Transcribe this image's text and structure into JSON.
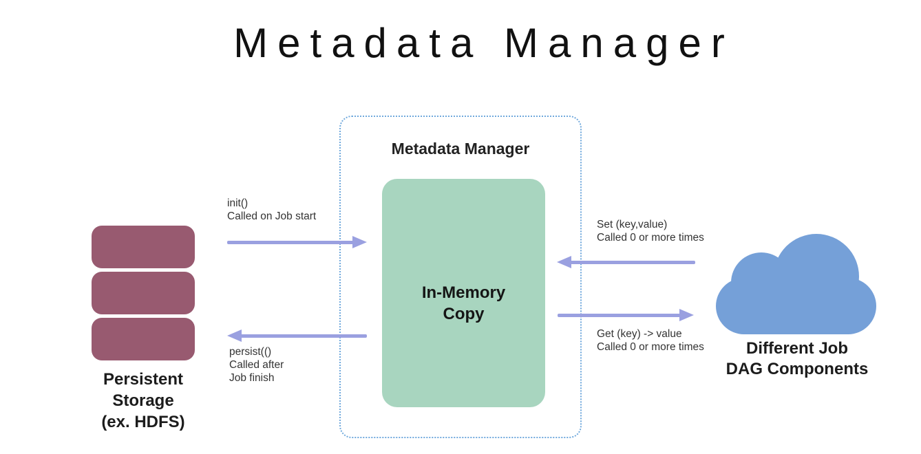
{
  "title": "Metadata Manager",
  "colors": {
    "storage": "#985a70",
    "memory": "#a8d5bf",
    "cloud": "#75a0d8",
    "arrow": "#9aa0e0",
    "dashed_border": "#6fa8dc",
    "text": "#2b2b2b",
    "title_color": "#111111"
  },
  "storage": {
    "label": "Persistent\nStorage\n(ex. HDFS)"
  },
  "manager": {
    "label": "Metadata Manager",
    "memory_label": "In-Memory\nCopy"
  },
  "cloud": {
    "label": "Different Job\nDAG Components"
  },
  "arrows": {
    "init": {
      "label": "init()\nCalled on Job start",
      "direction": "right"
    },
    "persist": {
      "label": "persist(()\nCalled after\nJob finish",
      "direction": "left"
    },
    "set": {
      "label": "Set (key,value)\nCalled 0 or more times",
      "direction": "left"
    },
    "get": {
      "label": "Get (key) -> value\nCalled 0 or more times",
      "direction": "right"
    }
  }
}
